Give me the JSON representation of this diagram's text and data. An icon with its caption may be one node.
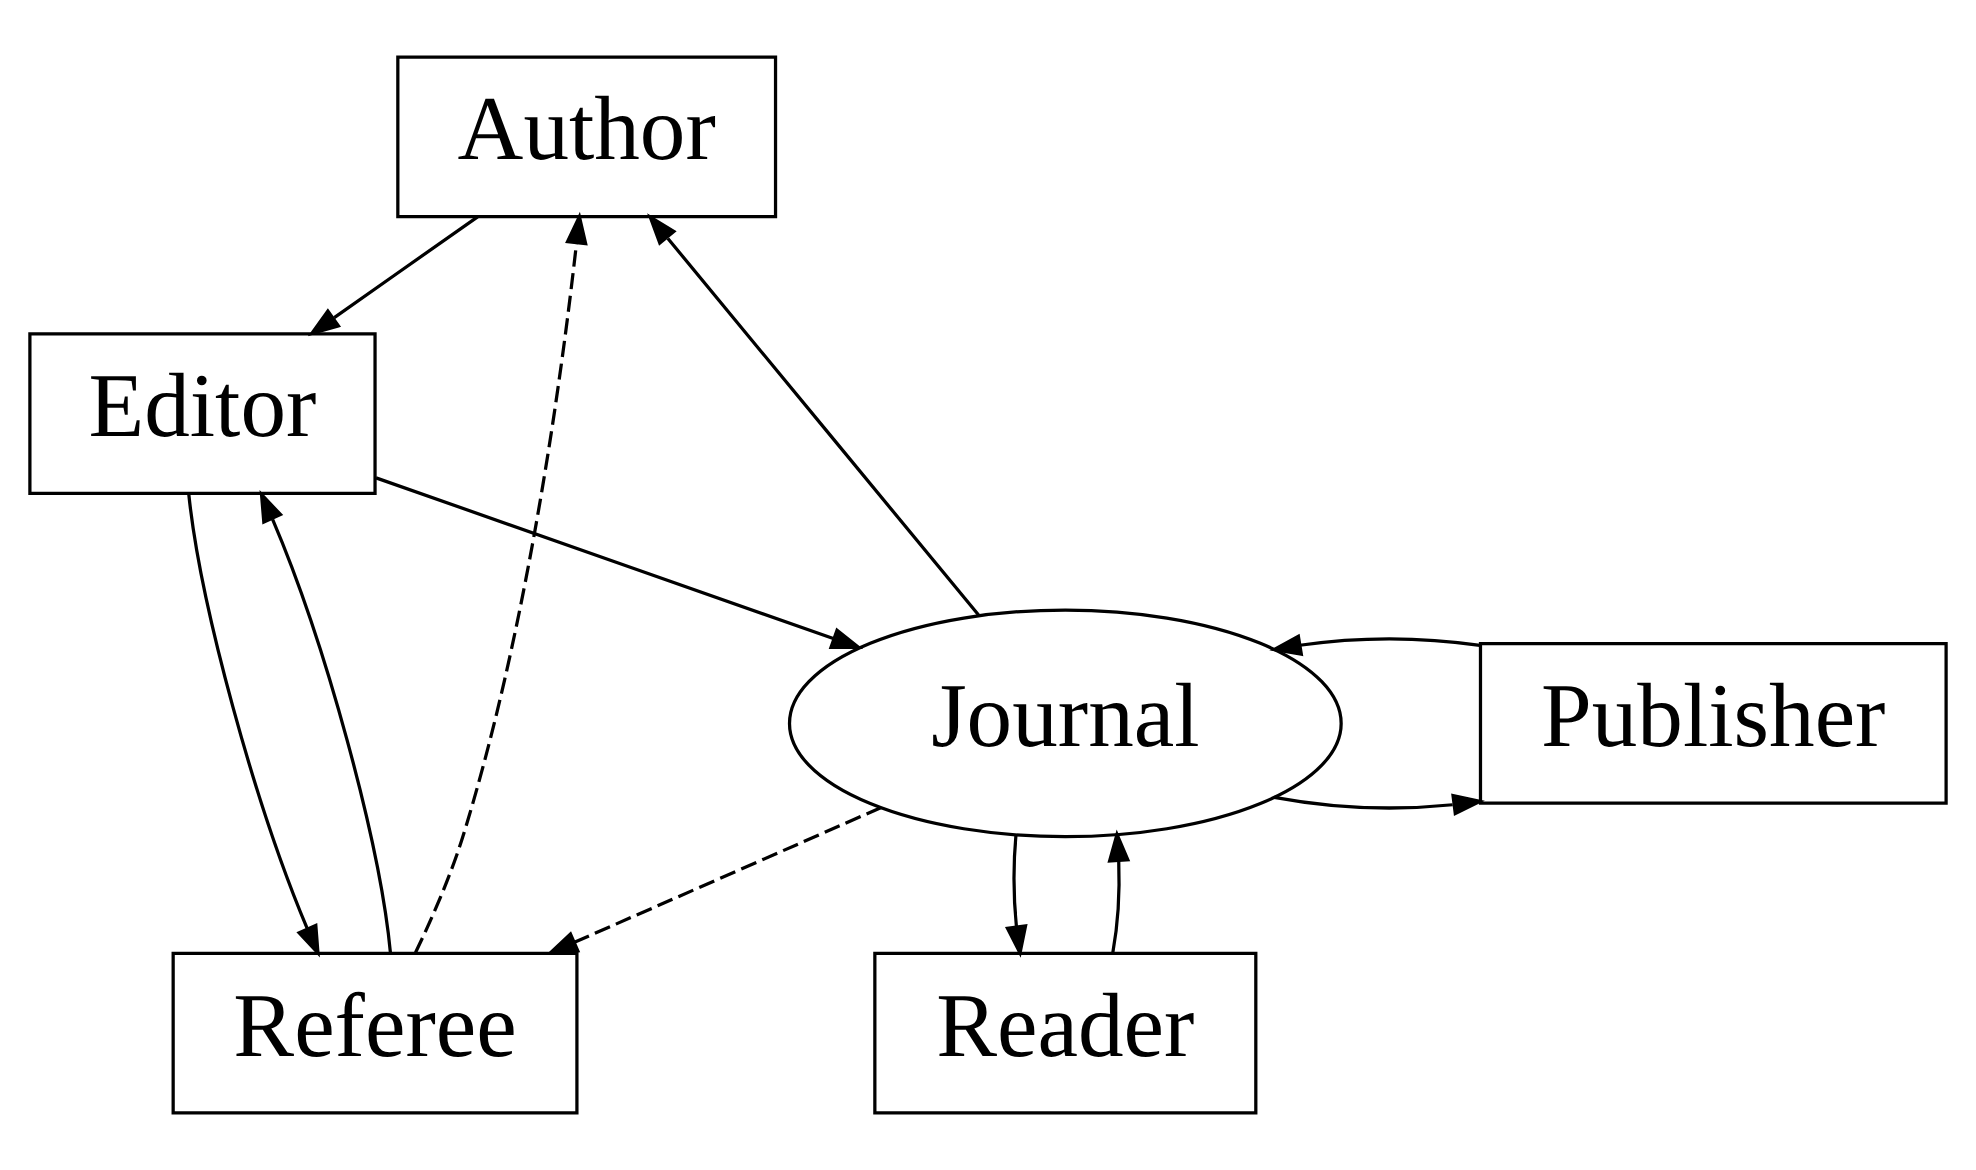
{
  "diagram": {
    "nodes": [
      {
        "text": [
          "Author"
        ]
      },
      {
        "text": [
          "Editor"
        ]
      },
      {
        "text": [
          "Journal"
        ]
      },
      {
        "text": [
          "Publisher"
        ]
      },
      {
        "text": [
          "Referee"
        ]
      },
      {
        "text": [
          "Reader"
        ]
      }
    ],
    "edges": [
      {
        "from": 0,
        "to": 1,
        "arrow": "to"
      },
      {
        "from": 4,
        "to": 0,
        "arrow": "to",
        "style": "dashed"
      },
      {
        "from": 2,
        "to": 0,
        "arrow": "to"
      },
      {
        "from": 1,
        "to": 2,
        "arrow": "to"
      },
      {
        "from": 1,
        "to": 4,
        "arrow": "to"
      },
      {
        "from": 4,
        "to": 1,
        "arrow": "to"
      },
      {
        "from": 2,
        "to": 3,
        "arrow": "to"
      },
      {
        "from": 3,
        "to": 2,
        "arrow": "to"
      },
      {
        "from": 2,
        "to": 4,
        "arrow": "to",
        "style": "dashed"
      },
      {
        "from": 5,
        "to": 2,
        "arrow": "to"
      },
      {
        "from": 2,
        "to": 5,
        "arrow": "to"
      }
    ]
  }
}
